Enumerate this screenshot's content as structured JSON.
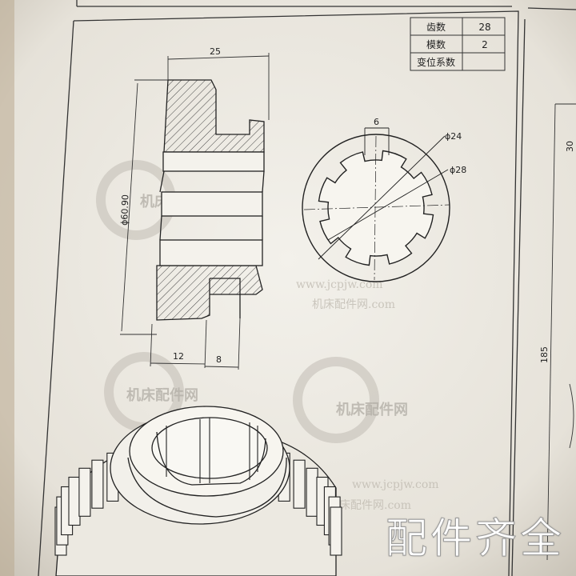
{
  "param_table": {
    "rows": [
      {
        "label": "齿数",
        "value": "28"
      },
      {
        "label": "模数",
        "value": "2"
      },
      {
        "label": "变位系数",
        "value": ""
      }
    ]
  },
  "dimensions": {
    "overall_width": "25",
    "outer_diameter": "ϕ60.90",
    "hub_width": "12",
    "slot_width": "8",
    "spline_width": "6",
    "spline_inner_diameter": "ϕ24",
    "spline_outer_diameter": "ϕ28",
    "right_sheet_height": "185",
    "right_sheet_partial": "30"
  },
  "watermark": {
    "logo_text": "机床配件网",
    "url_text": "www.jcpjw.com",
    "cn_text": "机床配件网.com"
  },
  "caption": "配件齐全",
  "colors": {
    "paper": "#efece5",
    "ink": "#222222",
    "hatch": "#444444",
    "watermark": "#b4b0a8"
  }
}
